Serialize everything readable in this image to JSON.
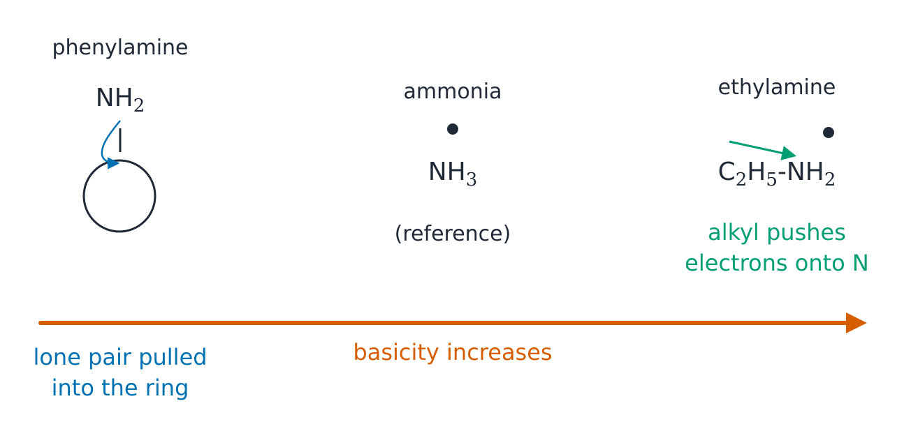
{
  "colors": {
    "ink": "#1f2937",
    "blue": "#0072b2",
    "green": "#009e73",
    "orange": "#d55e00"
  },
  "phenylamine": {
    "name": "phenylamine",
    "formula_main": "NH",
    "formula_sub": "2",
    "note_line1": "lone pair pulled",
    "note_line2": "into the ring"
  },
  "ammonia": {
    "name": "ammonia",
    "formula_main": "NH",
    "formula_sub": "3",
    "note": "(reference)"
  },
  "ethylamine": {
    "name": "ethylamine",
    "c": "C",
    "c_sub": "2",
    "h": "H",
    "h_sub": "5",
    "rest": "-NH",
    "rest_sub": "2",
    "note_line1": "alkyl pushes",
    "note_line2": "electrons onto N"
  },
  "axis": {
    "label": "basicity increases"
  }
}
